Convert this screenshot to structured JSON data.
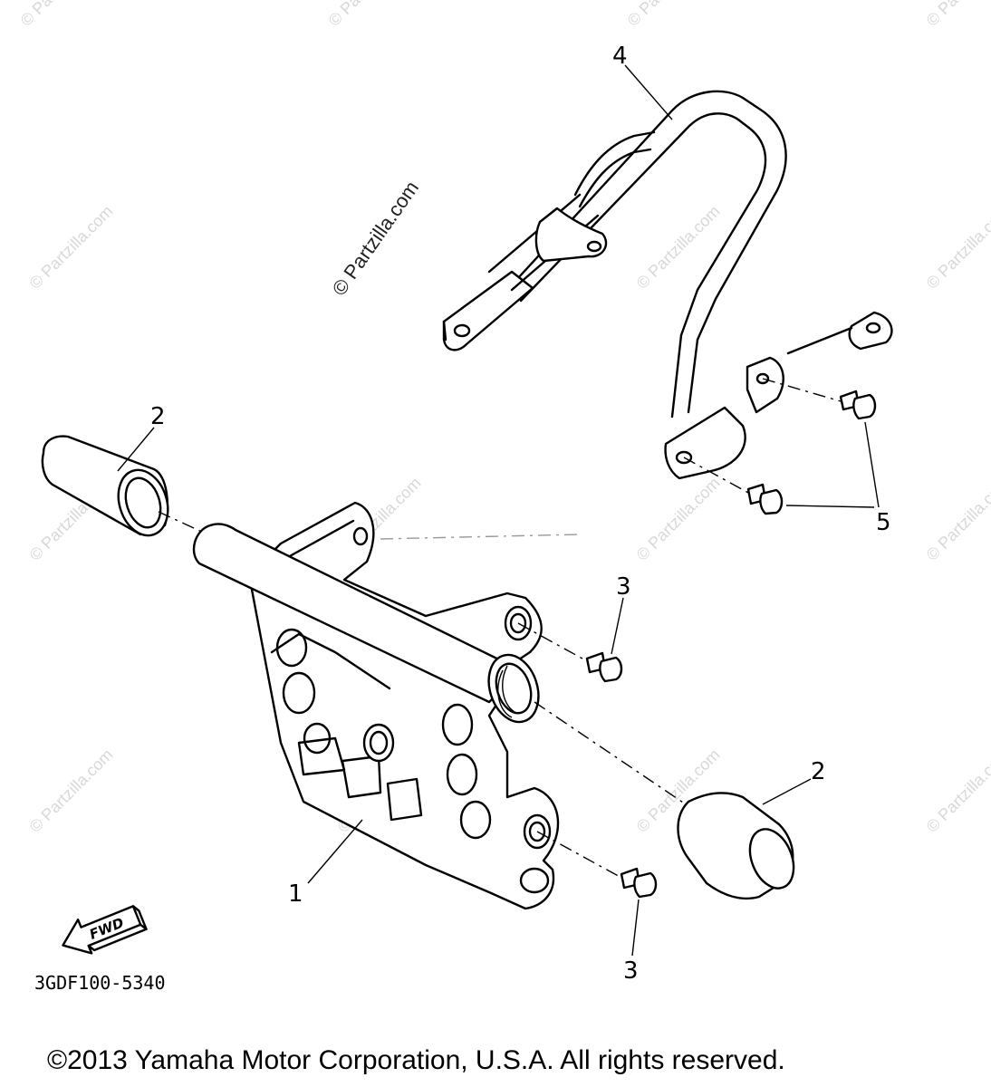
{
  "callouts": [
    {
      "id": "1",
      "label": "1"
    },
    {
      "id": "2a",
      "label": "2"
    },
    {
      "id": "2b",
      "label": "2"
    },
    {
      "id": "3a",
      "label": "3"
    },
    {
      "id": "3b",
      "label": "3"
    },
    {
      "id": "4",
      "label": "4"
    },
    {
      "id": "5",
      "label": "5"
    }
  ],
  "diagram_code": "3GDF100-5340",
  "fwd_label": "FWD",
  "watermark_main": "© Partzilla.com",
  "watermark_faint": "© Partzilla.com",
  "copyright": "©2013  Yamaha Motor Corporation, U.S.A. All rights reserved."
}
